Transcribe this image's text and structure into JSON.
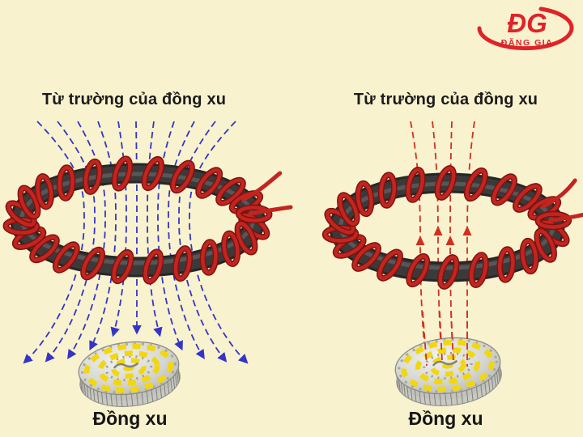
{
  "background_color": "#f8f2ce",
  "logo": {
    "monogram": "ĐG",
    "name": "ĐẶNG GIA",
    "color": "#e02329"
  },
  "panels": [
    {
      "title": "Từ trường của đồng xu",
      "coin_label": "Đồng xu",
      "field": {
        "color": "#3434c8",
        "line_count": 11,
        "direction": "down",
        "line_style": "dashed"
      },
      "torus": {
        "tube_color": "#3a3a3a",
        "wire_color": "#c2251f",
        "turns": 24
      }
    },
    {
      "title": "Từ trường của đồng xu",
      "coin_label": "Đồng xu",
      "field": {
        "color": "#d2301f",
        "line_count": 4,
        "direction": "up",
        "line_style": "dashed"
      },
      "torus": {
        "tube_color": "#3a3a3a",
        "wire_color": "#c2251f",
        "turns": 22
      }
    }
  ],
  "coin": {
    "metal_color": "#d8d8d4",
    "ring_color": "#f2d70c"
  }
}
